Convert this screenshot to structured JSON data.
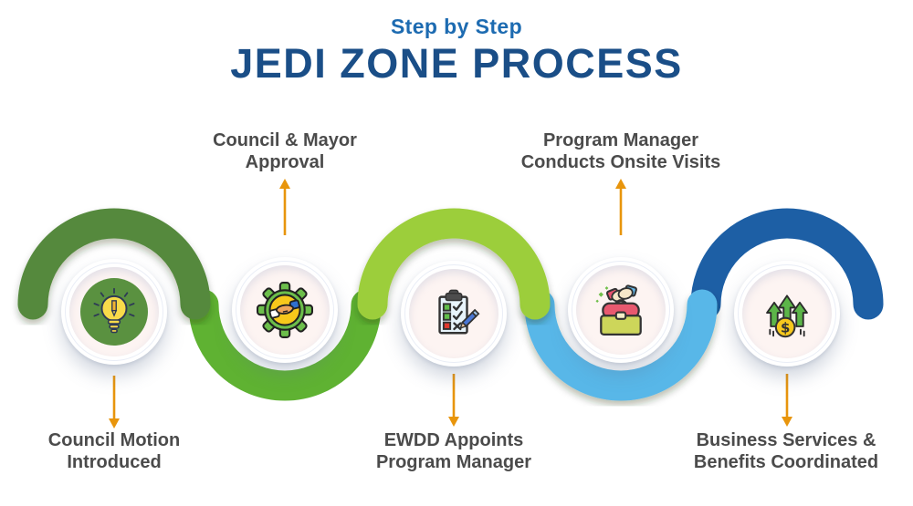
{
  "title": {
    "subtitle": "Step by Step",
    "main": "JEDI ZONE PROCESS"
  },
  "steps": [
    {
      "id": 1,
      "label": "Council Motion\nIntroduced",
      "label_position": "below",
      "arrow_direction": "down",
      "icon": "lightbulb-idea-icon"
    },
    {
      "id": 2,
      "label": "Council & Mayor\nApproval",
      "label_position": "above",
      "arrow_direction": "up",
      "icon": "gear-handshake-icon"
    },
    {
      "id": 3,
      "label": "EWDD Appoints\nProgram Manager",
      "label_position": "below",
      "arrow_direction": "down",
      "icon": "checklist-clipboard-icon"
    },
    {
      "id": 4,
      "label": "Program Manager\nConducts Onsite Visits",
      "label_position": "above",
      "arrow_direction": "up",
      "icon": "briefcase-handshake-icon"
    },
    {
      "id": 5,
      "label": "Business Services &\nBenefits Coordinated",
      "label_position": "below",
      "arrow_direction": "down",
      "icon": "growth-arrows-dollar-icon"
    }
  ],
  "wave": {
    "segments": [
      {
        "name": "arc-over-step-1",
        "shape": "semicircle-over",
        "color": "#54893C"
      },
      {
        "name": "arc-under-step-2",
        "shape": "semicircle-under",
        "color": "#5FB232"
      },
      {
        "name": "arc-over-step-3",
        "shape": "semicircle-over",
        "color": "#9CCE3B"
      },
      {
        "name": "arc-under-step-4",
        "shape": "semicircle-under",
        "color": "#58B7E8"
      },
      {
        "name": "arc-over-step-5",
        "shape": "semicircle-over",
        "color": "#1D5FA5"
      }
    ]
  },
  "colors": {
    "subtitle_blue": "#1D6BB1",
    "title_navy": "#1A4E87",
    "label_gray": "#4B4B4B",
    "arrow_orange": "#E8950C",
    "node_inner_bg": "#FDF4F2",
    "step1_icon_bg_green": "#5A9140"
  }
}
